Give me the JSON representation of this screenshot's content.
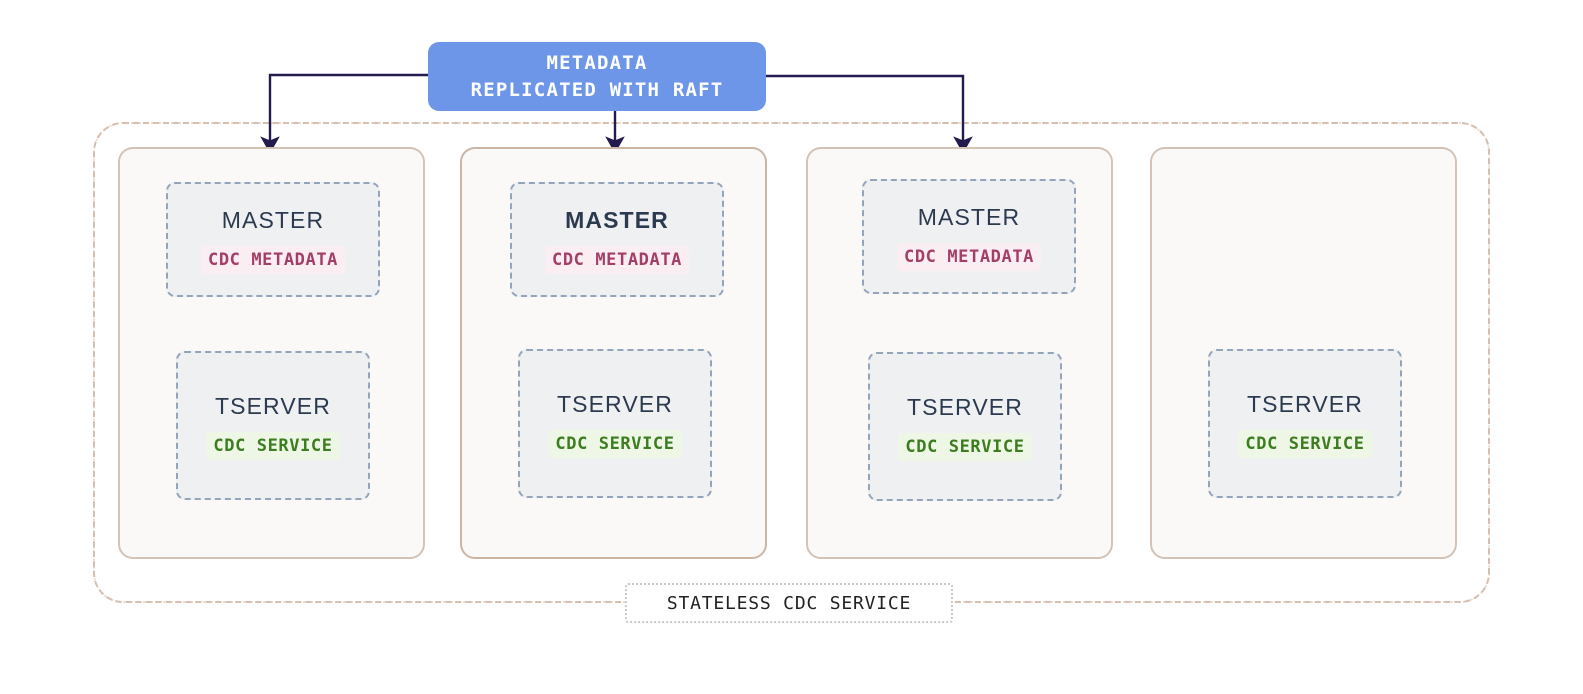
{
  "diagram": {
    "title_box": {
      "name": "metadata-raft-box",
      "line1": "METADATA",
      "line2": "REPLICATED WITH RAFT",
      "fill_color": "#6d95e8",
      "text_color": "#ffffff"
    },
    "cluster": {
      "label": "STATELESS CDC SERVICE",
      "outline_color": "#d6bfae",
      "outline_style": "dash-dot"
    },
    "palette": {
      "card_fill": "#faf9f7",
      "card_border": "#d4c3b5",
      "proc_fill": "#eef0f2",
      "proc_border": "#93a5bb",
      "metadata_tag_text": "#a33f67",
      "metadata_tag_bg": "#fbeef2",
      "service_tag_text": "#3c7d20",
      "service_tag_bg": "#eef7e6",
      "arrow_color": "#241a4e"
    },
    "nodes": [
      {
        "id": "node-1",
        "master": {
          "title": "MASTER",
          "tag": "CDC METADATA",
          "is_leader": false
        },
        "tserver": {
          "title": "TSERVER",
          "tag": "CDC SERVICE"
        },
        "has_master": true,
        "has_arrow": true
      },
      {
        "id": "node-2",
        "master": {
          "title": "MASTER",
          "tag": "CDC METADATA",
          "is_leader": true
        },
        "tserver": {
          "title": "TSERVER",
          "tag": "CDC SERVICE"
        },
        "has_master": true,
        "has_arrow": true
      },
      {
        "id": "node-3",
        "master": {
          "title": "MASTER",
          "tag": "CDC METADATA",
          "is_leader": false
        },
        "tserver": {
          "title": "TSERVER",
          "tag": "CDC SERVICE"
        },
        "has_master": true,
        "has_arrow": true
      },
      {
        "id": "node-4",
        "master": null,
        "tserver": {
          "title": "TSERVER",
          "tag": "CDC SERVICE"
        },
        "has_master": false,
        "has_arrow": false
      }
    ],
    "arrows": [
      {
        "name": "arrow-to-node-1",
        "from": "metadata-raft-box",
        "to": "node-1"
      },
      {
        "name": "arrow-to-node-2",
        "from": "metadata-raft-box",
        "to": "node-2"
      },
      {
        "name": "arrow-to-node-3",
        "from": "metadata-raft-box",
        "to": "node-3"
      }
    ]
  }
}
